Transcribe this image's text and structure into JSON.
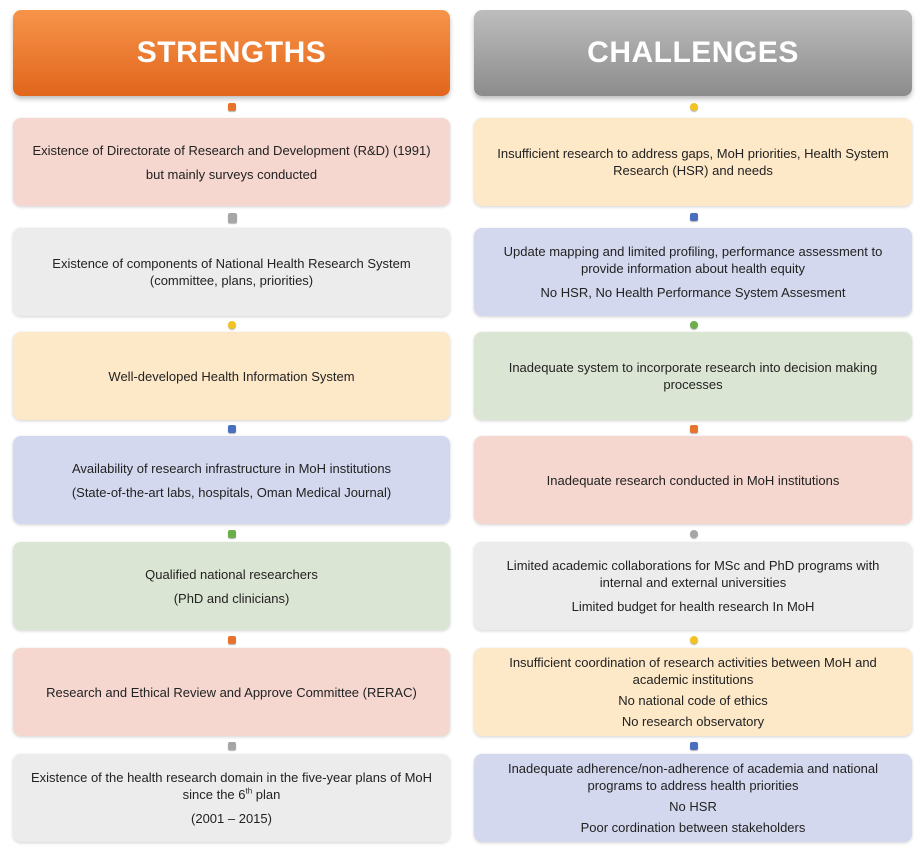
{
  "headers": {
    "left": "STRENGTHS",
    "right": "CHALLENGES"
  },
  "strengths": [
    {
      "lines": [
        "Existence of Directorate of Research and Development (R&D) (1991)",
        "but mainly surveys conducted"
      ]
    },
    {
      "lines": [
        "Existence of components of National Health Research System (committee, plans, priorities)"
      ]
    },
    {
      "lines": [
        "Well-developed Health Information System"
      ]
    },
    {
      "lines": [
        "Availability of research infrastructure in MoH institutions",
        "(State-of-the-art labs, hospitals, Oman Medical Journal)"
      ]
    },
    {
      "lines": [
        "Qualified national researchers",
        "(PhD and clinicians)"
      ]
    },
    {
      "lines": [
        "Research and Ethical Review and Approve Committee (RERAC)"
      ]
    },
    {
      "line1_pre": "Existence of the health research domain in the five-year plans of MoH since the 6",
      "line1_sup": "th",
      "line1_post": " plan",
      "line2": "(2001 – 2015)"
    }
  ],
  "challenges": [
    {
      "lines": [
        "Insufficient research to address gaps, MoH priorities, Health System Research (HSR) and needs"
      ]
    },
    {
      "lines": [
        "Update mapping and limited profiling, performance assessment to provide information about health equity",
        "No HSR, No Health Performance System Assesment"
      ]
    },
    {
      "lines": [
        "Inadequate system to incorporate research into decision making processes"
      ]
    },
    {
      "lines": [
        "Inadequate research conducted in MoH institutions"
      ]
    },
    {
      "lines": [
        "Limited academic collaborations for MSc and PhD programs with internal and external universities",
        "Limited budget for health research In MoH"
      ]
    },
    {
      "lines": [
        "Insufficient coordination of research activities between MoH and academic institutions",
        "No national code of ethics",
        "No research observatory"
      ]
    },
    {
      "lines": [
        "Inadequate adherence/non-adherence of academia and national programs to address health priorities",
        "No HSR",
        "Poor cordination between stakeholders"
      ]
    }
  ],
  "colors": {
    "strengths_header": "#e8732a",
    "challenges_header": "#9e9e9e",
    "pink": "#f5d7d0",
    "gray": "#ececec",
    "cream": "#fde8c8",
    "lavender": "#d4d8ee",
    "green": "#dbe5d3",
    "connector_orange": "#e8732a",
    "connector_gray": "#a6a6a6",
    "connector_yellow": "#f3c322",
    "connector_blue": "#4a6fbf",
    "connector_green": "#6cae4a"
  }
}
